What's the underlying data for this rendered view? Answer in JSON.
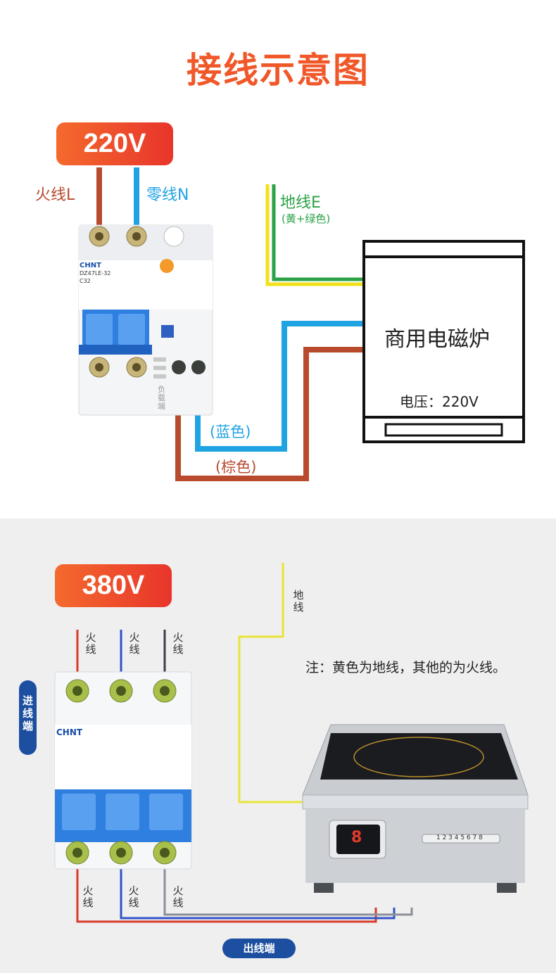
{
  "title": {
    "part1": "接线示意图"
  },
  "section_220": {
    "voltage": "220V",
    "live_label": "火线L",
    "neutral_label": "零线N",
    "earth_label": "地线E",
    "earth_sub": "(黄+绿色)",
    "blue_label": "(蓝色)",
    "brown_label": "(棕色)",
    "device_name": "商用电磁炉",
    "device_voltage": "电压：220V",
    "breaker_brand": "CHNT",
    "breaker_model": "DZ47LE-32",
    "breaker_rating": "C32",
    "load_label": "负载端"
  },
  "section_380": {
    "voltage": "380V",
    "ground_label": "地线",
    "note": "注：黄色为地线，其他的为火线。",
    "in_label": "进线端",
    "out_label": "出线端",
    "live_top": [
      "火线",
      "火线",
      "火线"
    ],
    "live_bottom": [
      "火线",
      "火线",
      "火线"
    ],
    "breaker_brand": "CHNT",
    "display_digit": "8",
    "knob_scale": "1 2 3 4 5 6 7 8"
  },
  "colors": {
    "title_orange": "#f0582a",
    "live_brown": "#b84a2d",
    "neutral_blue": "#1fa3e3",
    "earth_yellow": "#f2e01b",
    "earth_green": "#2aa245",
    "breaker_blue": "#2f7fe0",
    "badge_blue": "#1d4fa0"
  }
}
